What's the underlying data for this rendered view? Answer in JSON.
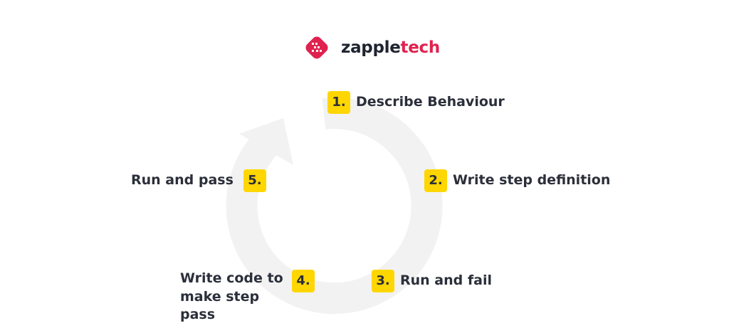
{
  "logo": {
    "text_part1": "zapple",
    "text_part2": "tech",
    "mark_icon": "zappletech-logo-icon",
    "brand_color": "#e0224e"
  },
  "cycle": {
    "arrow_color": "#f2f2f2",
    "badge_color": "#ffd600",
    "steps": [
      {
        "number": "1.",
        "label": "Describe Behaviour"
      },
      {
        "number": "2.",
        "label": "Write step definition"
      },
      {
        "number": "3.",
        "label": "Run and fail"
      },
      {
        "number": "4.",
        "label": "Write code to make step pass"
      },
      {
        "number": "5.",
        "label": "Run and pass"
      }
    ]
  }
}
